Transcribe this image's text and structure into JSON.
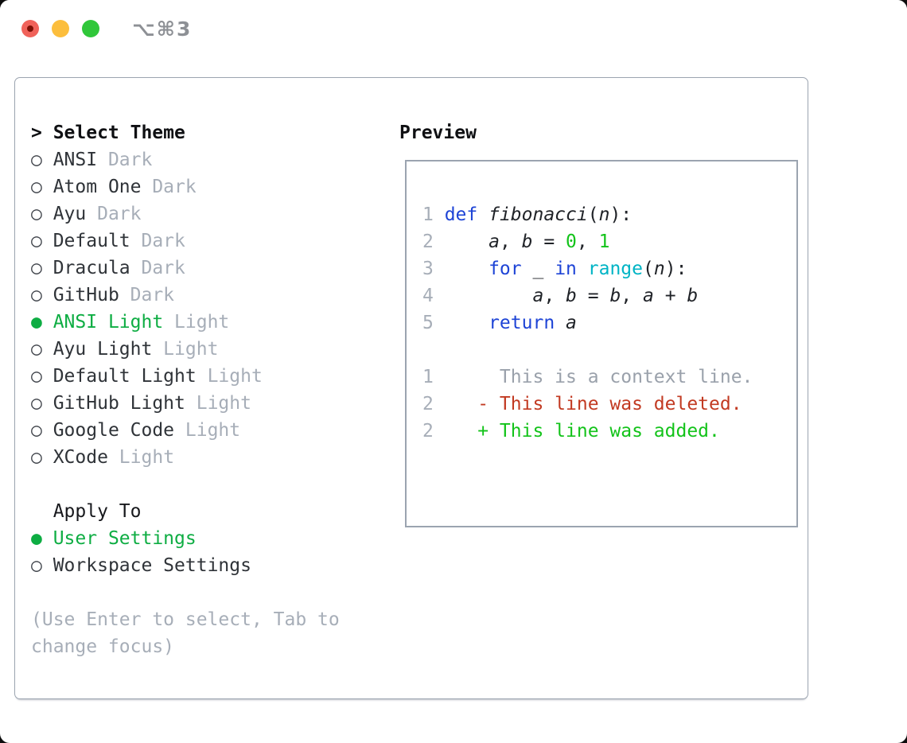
{
  "window": {
    "title": "⌥⌘3"
  },
  "colors": {
    "selected_green": "#0ead43",
    "bright_green": "#13c31a",
    "deleted_red": "#c23a22",
    "keyword_blue": "#1e44d6",
    "function_cyan": "#00b4c5",
    "muted_gray": "#a7aeb8",
    "panel_border": "#9ba4b0",
    "traffic_red": "#f0625a",
    "traffic_yellow": "#fcbe3d",
    "traffic_green": "#30c73a"
  },
  "theme_panel": {
    "prompt": ">",
    "title": "Select Theme",
    "radio_unselected": "○",
    "radio_selected": "●",
    "items": [
      {
        "name": "ANSI",
        "variant": "Dark",
        "selected": false
      },
      {
        "name": "Atom One",
        "variant": "Dark",
        "selected": false
      },
      {
        "name": "Ayu",
        "variant": "Dark",
        "selected": false
      },
      {
        "name": "Default",
        "variant": "Dark",
        "selected": false
      },
      {
        "name": "Dracula",
        "variant": "Dark",
        "selected": false
      },
      {
        "name": "GitHub",
        "variant": "Dark",
        "selected": false
      },
      {
        "name": "ANSI Light",
        "variant": "Light",
        "selected": true
      },
      {
        "name": "Ayu Light",
        "variant": "Light",
        "selected": false
      },
      {
        "name": "Default Light",
        "variant": "Light",
        "selected": false
      },
      {
        "name": "GitHub Light",
        "variant": "Light",
        "selected": false
      },
      {
        "name": "Google Code",
        "variant": "Light",
        "selected": false
      },
      {
        "name": "XCode",
        "variant": "Light",
        "selected": false
      }
    ]
  },
  "apply_to": {
    "title": "Apply To",
    "options": [
      {
        "label": "User Settings",
        "selected": true
      },
      {
        "label": "Workspace Settings",
        "selected": false
      }
    ]
  },
  "help": {
    "lines": [
      "(Use Enter to select, Tab to",
      "change focus)"
    ]
  },
  "preview": {
    "title": "Preview",
    "lines": [
      {
        "num": "1",
        "kind": "code",
        "tokens": [
          [
            "kw",
            "def"
          ],
          [
            "pl",
            " "
          ],
          [
            "id",
            "fibonacci"
          ],
          [
            "pl",
            "("
          ],
          [
            "id",
            "n"
          ],
          [
            "pl",
            "):"
          ]
        ]
      },
      {
        "num": "2",
        "kind": "code",
        "tokens": [
          [
            "pl",
            "    "
          ],
          [
            "id",
            "a"
          ],
          [
            "pl",
            ", "
          ],
          [
            "id",
            "b"
          ],
          [
            "pl",
            " = "
          ],
          [
            "num",
            "0"
          ],
          [
            "pl",
            ", "
          ],
          [
            "num",
            "1"
          ]
        ]
      },
      {
        "num": "3",
        "kind": "code",
        "tokens": [
          [
            "pl",
            "    "
          ],
          [
            "kw",
            "for"
          ],
          [
            "pl",
            " "
          ],
          [
            "id",
            "_"
          ],
          [
            "pl",
            " "
          ],
          [
            "kw",
            "in"
          ],
          [
            "pl",
            " "
          ],
          [
            "fn",
            "range"
          ],
          [
            "pl",
            "("
          ],
          [
            "id",
            "n"
          ],
          [
            "pl",
            "):"
          ]
        ]
      },
      {
        "num": "4",
        "kind": "code",
        "tokens": [
          [
            "pl",
            "        "
          ],
          [
            "id",
            "a"
          ],
          [
            "pl",
            ", "
          ],
          [
            "id",
            "b"
          ],
          [
            "pl",
            " = "
          ],
          [
            "id",
            "b"
          ],
          [
            "pl",
            ", "
          ],
          [
            "id",
            "a"
          ],
          [
            "pl",
            " + "
          ],
          [
            "id",
            "b"
          ]
        ]
      },
      {
        "num": "5",
        "kind": "code",
        "tokens": [
          [
            "pl",
            "    "
          ],
          [
            "kw",
            "return"
          ],
          [
            "pl",
            " "
          ],
          [
            "id",
            "a"
          ]
        ]
      },
      {
        "num": "",
        "kind": "blank",
        "tokens": []
      },
      {
        "num": "1",
        "kind": "diff-context",
        "tokens": [
          [
            "ctx",
            "     This is a context line."
          ]
        ]
      },
      {
        "num": "2",
        "kind": "diff-deleted",
        "tokens": [
          [
            "del",
            "   - This line was deleted."
          ]
        ]
      },
      {
        "num": "2",
        "kind": "diff-added",
        "tokens": [
          [
            "add",
            "   + This line was added."
          ]
        ]
      }
    ]
  }
}
